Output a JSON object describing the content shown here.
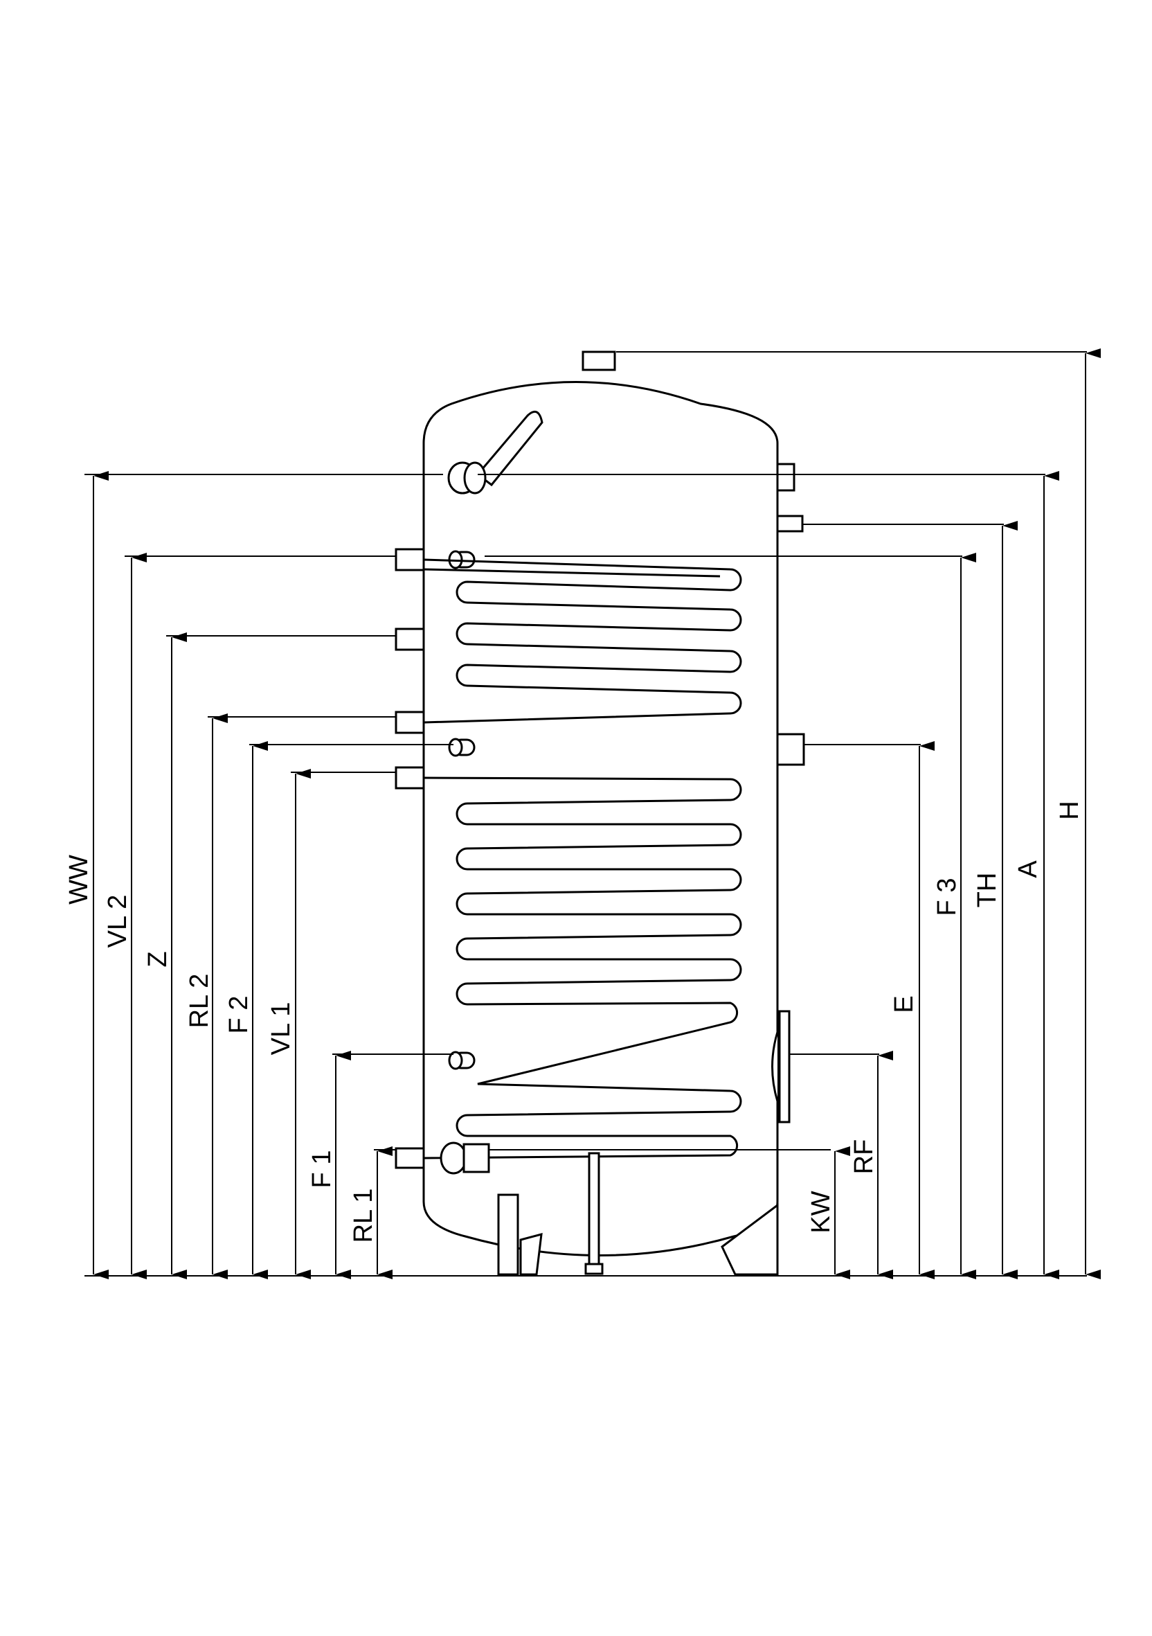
{
  "labels": {
    "ww": "WW",
    "vl2": "VL 2",
    "z": "Z",
    "rl2": "RL 2",
    "f2": "F 2",
    "vl1": "VL 1",
    "f1": "F 1",
    "rl1": "RL 1",
    "kw": "KW",
    "rf": "RF",
    "e": "E",
    "f3": "F 3",
    "th": "TH",
    "a": "A",
    "h": "H"
  }
}
